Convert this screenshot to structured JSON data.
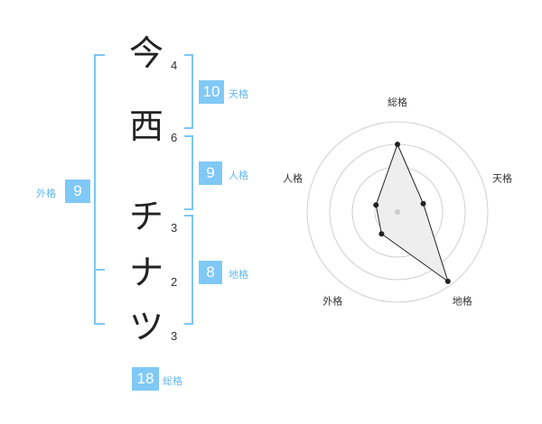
{
  "name": {
    "chars": [
      "今",
      "西",
      "チ",
      "ナ",
      "ツ"
    ],
    "strokes": [
      "4",
      "6",
      "3",
      "2",
      "3"
    ]
  },
  "fortune": {
    "tenkaku": {
      "value": "10",
      "label": "天格"
    },
    "jinkaku": {
      "value": "9",
      "label": "人格"
    },
    "chikaku": {
      "value": "8",
      "label": "地格"
    },
    "gaikaku": {
      "value": "9",
      "label": "外格"
    },
    "soukaku": {
      "value": "18",
      "label": "総格"
    }
  },
  "chart_data": {
    "type": "radar",
    "axes": [
      "総格",
      "天格",
      "地格",
      "外格",
      "人格"
    ],
    "values": [
      0.75,
      0.3,
      0.95,
      0.3,
      0.25
    ],
    "rings": 4,
    "colors": {
      "grid": "#d0d0d0",
      "fill": "#eeeeee",
      "line": "#222222",
      "point": "#222222"
    }
  }
}
